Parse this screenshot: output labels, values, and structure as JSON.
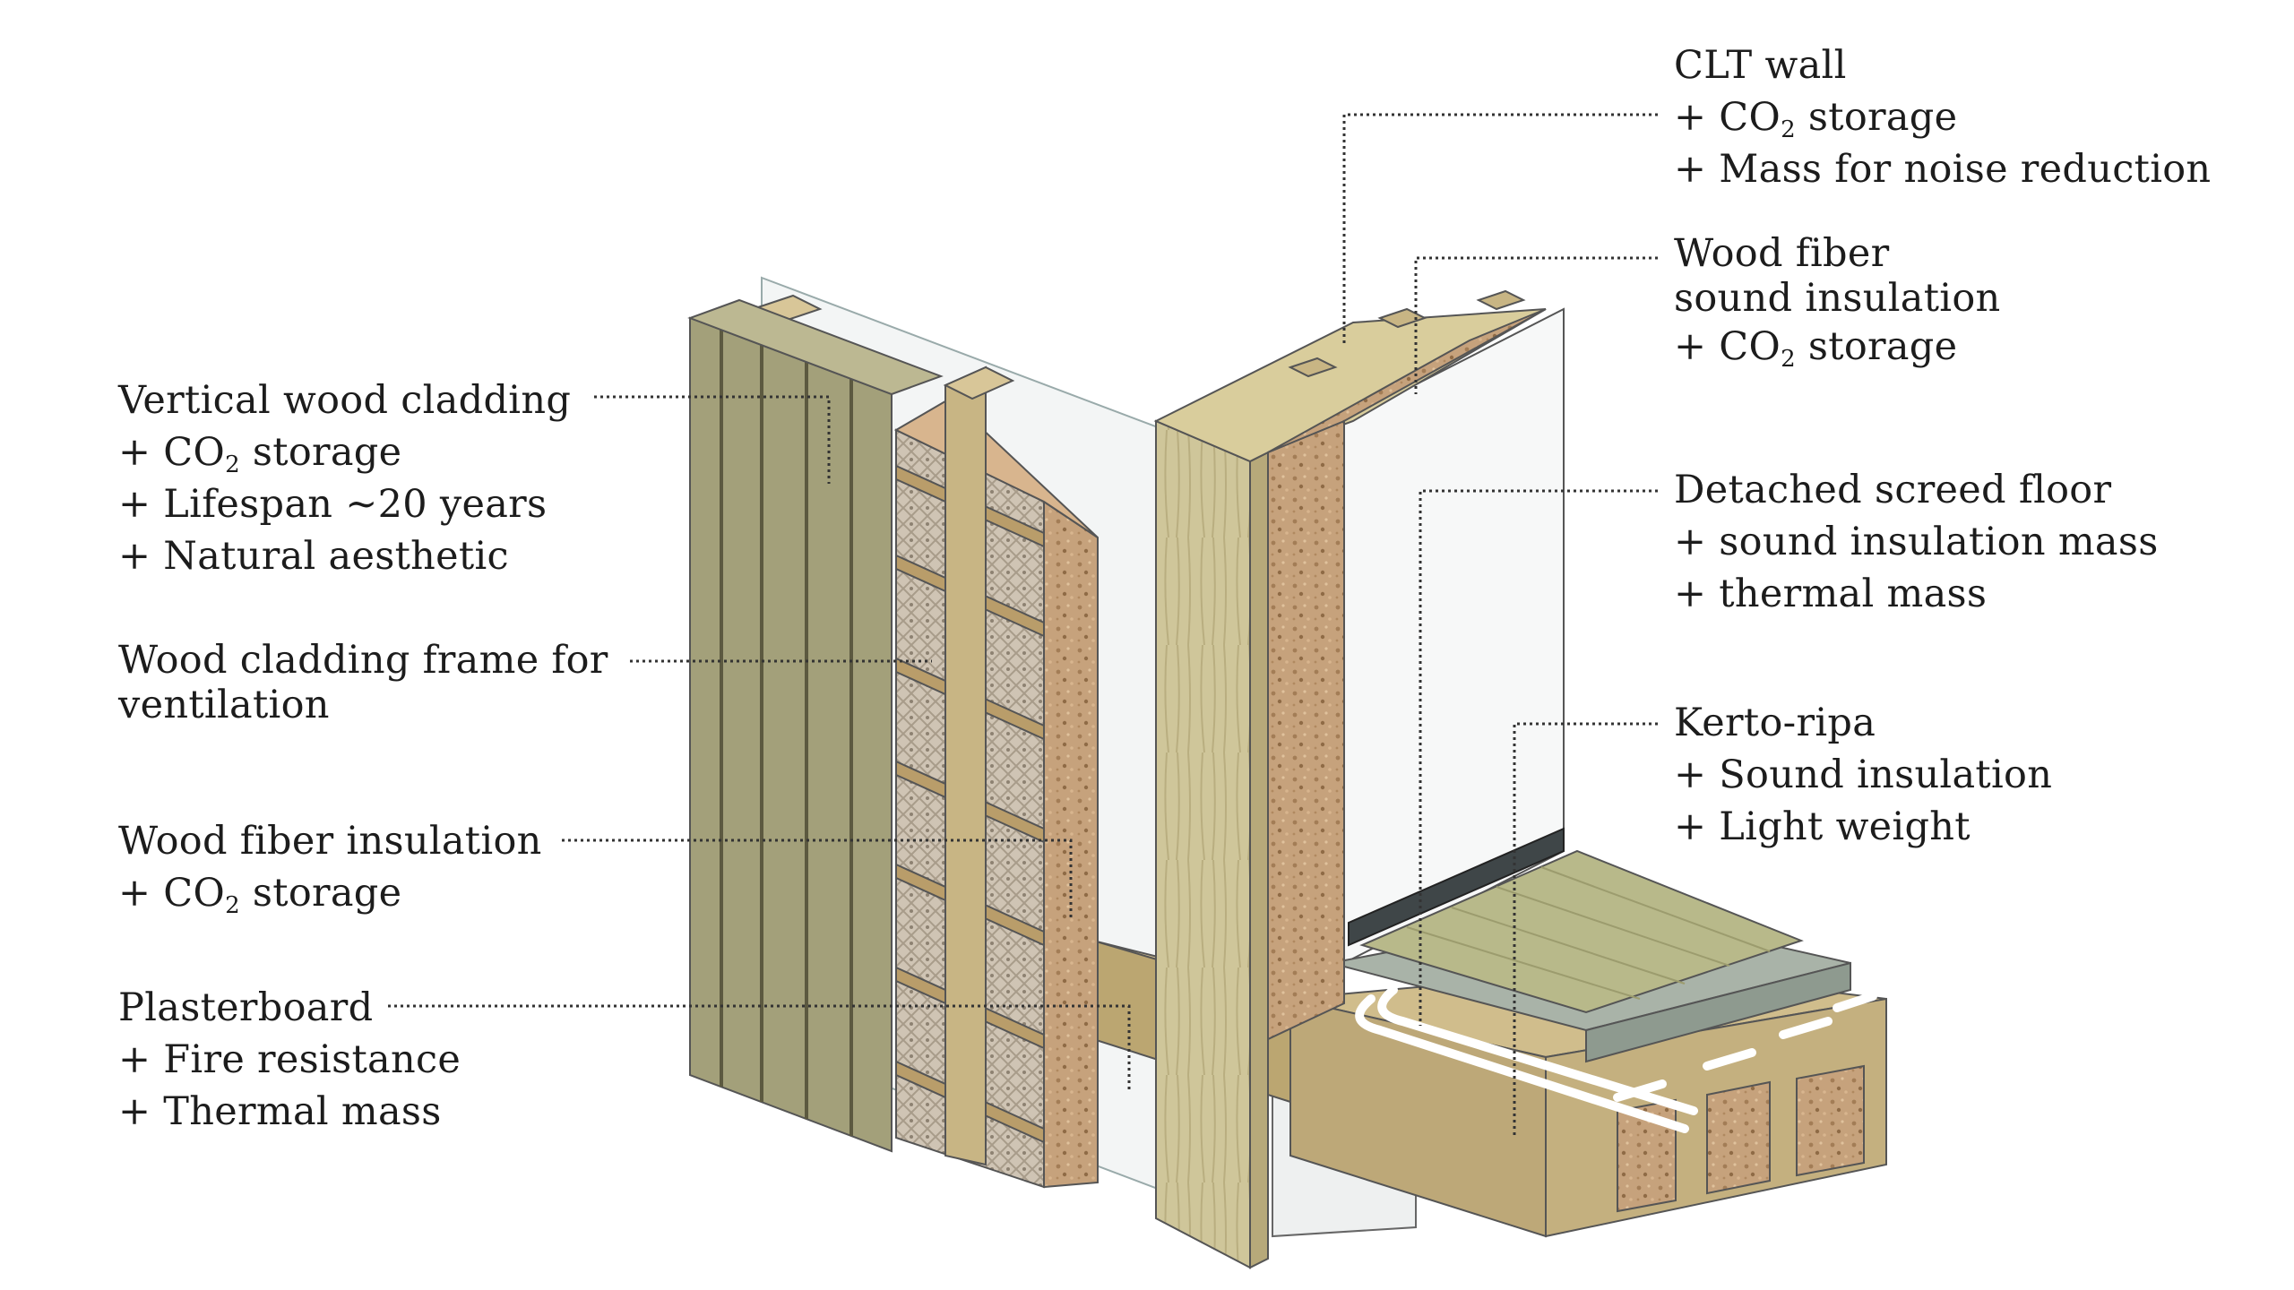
{
  "callouts": {
    "clt_wall": {
      "title": "CLT wall",
      "benefits": [
        {
          "prefix": "+ CO",
          "sub": "2",
          "suffix": " storage"
        },
        {
          "text": "+ Mass for noise reduction"
        }
      ]
    },
    "wood_fiber_sound": {
      "title_lines": [
        "Wood fiber",
        "sound insulation"
      ],
      "benefits": [
        {
          "prefix": "+ CO",
          "sub": "2",
          "suffix": " storage"
        }
      ]
    },
    "screed_floor": {
      "title": "Detached screed floor",
      "benefits": [
        {
          "text": "+ sound insulation mass"
        },
        {
          "text": "+ thermal mass"
        }
      ]
    },
    "kerto_ripa": {
      "title": "Kerto-ripa",
      "benefits": [
        {
          "text": "+ Sound insulation"
        },
        {
          "text": "+ Light weight"
        }
      ]
    },
    "vertical_cladding": {
      "title": "Vertical wood cladding",
      "benefits": [
        {
          "prefix": "+ CO",
          "sub": "2",
          "suffix": " storage"
        },
        {
          "text": "+ Lifespan ~20 years"
        },
        {
          "text": "+ Natural aesthetic"
        }
      ]
    },
    "cladding_frame": {
      "title_lines": [
        "Wood cladding frame for",
        "ventilation"
      ]
    },
    "wood_fiber_insulation": {
      "title": "Wood fiber insulation",
      "benefits": [
        {
          "prefix": "+ CO",
          "sub": "2",
          "suffix": " storage"
        }
      ]
    },
    "plasterboard": {
      "title": "Plasterboard",
      "benefits": [
        {
          "text": "+ Fire resistance"
        },
        {
          "text": "+ Thermal mass"
        }
      ]
    }
  },
  "colors": {
    "cladding": "#a3a07a",
    "cladding_dark": "#5c5940",
    "cork": "#c6a27c",
    "cork_dark": "#9b7650",
    "timber": "#c8b584",
    "timber_dark": "#9a8656",
    "clt": "#cfc69a",
    "plaster": "#f1f2f2",
    "floor": "#b8b98a",
    "screed": "#9aa59b",
    "kerto": "#bda878",
    "kerto_dark": "#8e7a4e",
    "leader": "#333333"
  }
}
